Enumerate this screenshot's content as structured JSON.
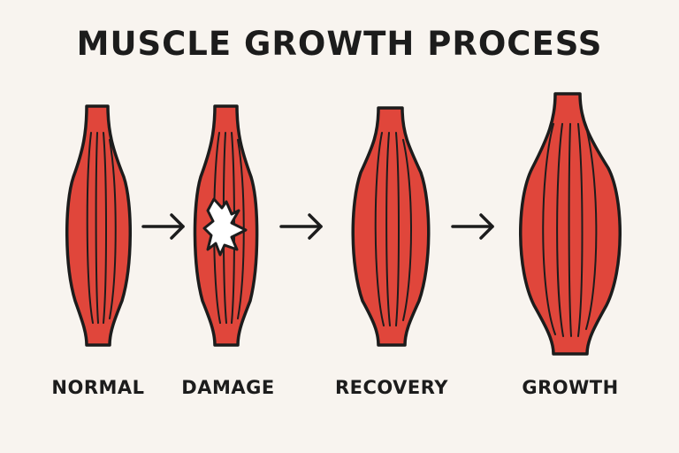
{
  "title": "MUSCLE GROWTH PROCESS",
  "colors": {
    "muscle_fill": "#e0463b",
    "outline": "#1c1c1c",
    "background": "#f8f4ef",
    "tear_fill": "#ffffff"
  },
  "stages": [
    {
      "label": "NORMAL",
      "icon": "normal-muscle-icon"
    },
    {
      "label": "DAMAGE",
      "icon": "damaged-muscle-icon"
    },
    {
      "label": "RECOVERY",
      "icon": "recovering-muscle-icon"
    },
    {
      "label": "GROWTH",
      "icon": "grown-muscle-icon"
    }
  ],
  "arrows": [
    "arrow-right-icon",
    "arrow-right-icon",
    "arrow-right-icon"
  ]
}
